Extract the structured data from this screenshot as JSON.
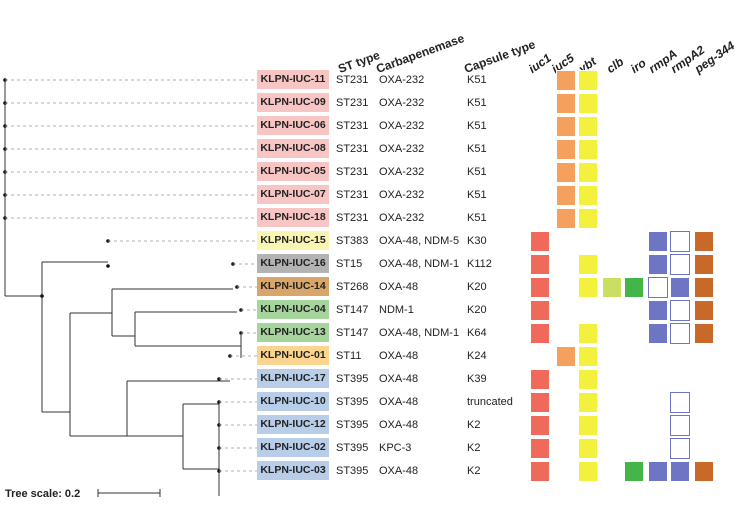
{
  "headers": {
    "st": "ST type",
    "carbapenemase": "Carbapenemase",
    "capsule": "Capsule type"
  },
  "gene_headers": [
    "iuc1",
    "iuc5",
    "ybt",
    "clb",
    "iro",
    "rmpA",
    "rmpA2",
    "peg-344"
  ],
  "tree_scale": "Tree scale: 0.2",
  "colors": {
    "red_group": "#f7c5c3",
    "yellow_group": "#faf5b3",
    "grey_group": "#b3b3b3",
    "brown_group": "#d9a66a",
    "green_group": "#a6d49d",
    "orange_group": "#fbd48f",
    "blue_group": "#b7cde8",
    "iuc1": "#ef6a5a",
    "iuc5": "#f5a05c",
    "ybt": "#f4f03e",
    "clb": "#c9df62",
    "iro": "#44b649",
    "rmpA": "#6e75c4",
    "rmpA2_fill": "#6e75c4",
    "rmpA2_empty": "#6e75c4",
    "peg-344": "#c8692a"
  },
  "isolates": [
    {
      "id": "KLPN-IUC-11",
      "st": "ST231",
      "carb": "OXA-232",
      "capsule": "K51",
      "group": "red_group",
      "genes": {
        "iuc5": 1,
        "ybt": 1
      }
    },
    {
      "id": "KLPN-IUC-09",
      "st": "ST231",
      "carb": "OXA-232",
      "capsule": "K51",
      "group": "red_group",
      "genes": {
        "iuc5": 1,
        "ybt": 1
      }
    },
    {
      "id": "KLPN-IUC-06",
      "st": "ST231",
      "carb": "OXA-232",
      "capsule": "K51",
      "group": "red_group",
      "genes": {
        "iuc5": 1,
        "ybt": 1
      }
    },
    {
      "id": "KLPN-IUC-08",
      "st": "ST231",
      "carb": "OXA-232",
      "capsule": "K51",
      "group": "red_group",
      "genes": {
        "iuc5": 1,
        "ybt": 1
      }
    },
    {
      "id": "KLPN-IUC-05",
      "st": "ST231",
      "carb": "OXA-232",
      "capsule": "K51",
      "group": "red_group",
      "genes": {
        "iuc5": 1,
        "ybt": 1
      }
    },
    {
      "id": "KLPN-IUC-07",
      "st": "ST231",
      "carb": "OXA-232",
      "capsule": "K51",
      "group": "red_group",
      "genes": {
        "iuc5": 1,
        "ybt": 1
      }
    },
    {
      "id": "KLPN-IUC-18",
      "st": "ST231",
      "carb": "OXA-232",
      "capsule": "K51",
      "group": "red_group",
      "genes": {
        "iuc5": 1,
        "ybt": 1
      }
    },
    {
      "id": "KLPN-IUC-15",
      "st": "ST383",
      "carb": "OXA-48, NDM-5",
      "capsule": "K30",
      "group": "yellow_group",
      "genes": {
        "iuc1": 1,
        "rmpA": 1,
        "rmpA2": "empty",
        "peg-344": 1
      }
    },
    {
      "id": "KLPN-IUC-16",
      "st": "ST15",
      "carb": "OXA-48, NDM-1",
      "capsule": "K112",
      "group": "grey_group",
      "genes": {
        "iuc1": 1,
        "ybt": 1,
        "rmpA": 1,
        "rmpA2": "empty",
        "peg-344": 1
      }
    },
    {
      "id": "KLPN-IUC-14",
      "st": "ST268",
      "carb": "OXA-48",
      "capsule": "K20",
      "group": "brown_group",
      "genes": {
        "iuc1": 1,
        "ybt": 1,
        "clb": 1,
        "iro": 1,
        "rmpA": "empty",
        "rmpA2": 1,
        "peg-344": 1
      }
    },
    {
      "id": "KLPN-IUC-04",
      "st": "ST147",
      "carb": "NDM-1",
      "capsule": "K20",
      "group": "green_group",
      "genes": {
        "iuc1": 1,
        "rmpA": 1,
        "rmpA2": "empty",
        "peg-344": 1
      }
    },
    {
      "id": "KLPN-IUC-13",
      "st": "ST147",
      "carb": "OXA-48, NDM-1",
      "capsule": "K64",
      "group": "green_group",
      "genes": {
        "iuc1": 1,
        "ybt": 1,
        "rmpA": 1,
        "rmpA2": "empty",
        "peg-344": 1
      }
    },
    {
      "id": "KLPN-IUC-01",
      "st": "ST11",
      "carb": "OXA-48",
      "capsule": "K24",
      "group": "orange_group",
      "genes": {
        "iuc5": 1,
        "ybt": 1
      }
    },
    {
      "id": "KLPN-IUC-17",
      "st": "ST395",
      "carb": "OXA-48",
      "capsule": "K39",
      "group": "blue_group",
      "genes": {
        "iuc1": 1,
        "ybt": 1
      }
    },
    {
      "id": "KLPN-IUC-10",
      "st": "ST395",
      "carb": "OXA-48",
      "capsule": "truncated",
      "group": "blue_group",
      "genes": {
        "iuc1": 1,
        "ybt": 1,
        "rmpA2": "empty"
      }
    },
    {
      "id": "KLPN-IUC-12",
      "st": "ST395",
      "carb": "OXA-48",
      "capsule": "K2",
      "group": "blue_group",
      "genes": {
        "iuc1": 1,
        "ybt": 1,
        "rmpA2": "empty"
      }
    },
    {
      "id": "KLPN-IUC-02",
      "st": "ST395",
      "carb": "KPC-3",
      "capsule": "K2",
      "group": "blue_group",
      "genes": {
        "iuc1": 1,
        "ybt": 1,
        "rmpA2": "empty"
      }
    },
    {
      "id": "KLPN-IUC-03",
      "st": "ST395",
      "carb": "OXA-48",
      "capsule": "K2",
      "group": "blue_group",
      "genes": {
        "iuc1": 1,
        "ybt": 1,
        "iro": 1,
        "rmpA": 1,
        "rmpA2": 1,
        "peg-344": 1
      }
    }
  ]
}
